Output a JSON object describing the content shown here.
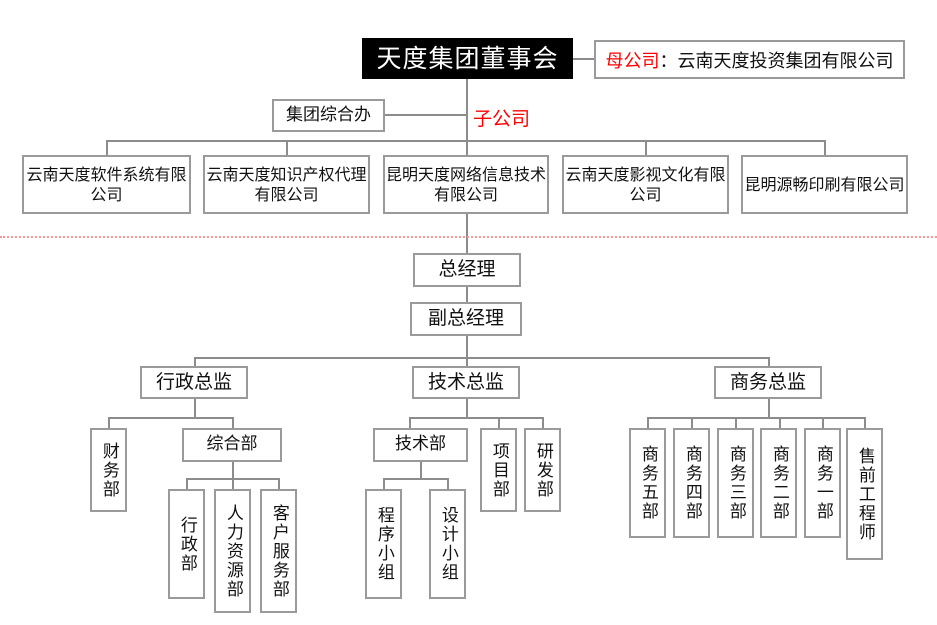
{
  "chart": {
    "title": "天度集团董事会",
    "divider_color": "#f59a9a",
    "accent_red": "#ff0000",
    "box_border": "#9a9a9a"
  },
  "top": {
    "board": "天度集团董事会",
    "parent_label": "母公司",
    "parent_sep": "：",
    "parent_name": "云南天度投资集团有限公司",
    "group_office": "集团综合办",
    "subsidiary_tag": "子公司"
  },
  "subsidiaries": [
    {
      "name": "云南天度软件系统有限公司"
    },
    {
      "name": "云南天度知识产权代理有限公司"
    },
    {
      "name": "昆明天度网络信息技术有限公司"
    },
    {
      "name": "云南天度影视文化有限公司"
    },
    {
      "name": "昆明源畅印刷有限公司"
    }
  ],
  "management": {
    "general_manager": "总经理",
    "deputy_general_manager": "副总经理"
  },
  "directors": [
    {
      "name": "行政总监"
    },
    {
      "name": "技术总监"
    },
    {
      "name": "商务总监"
    }
  ],
  "admin_branch": {
    "finance": "财务部",
    "general_dept": "综合部",
    "sub": [
      {
        "name": "行政部"
      },
      {
        "name": "人力资源部"
      },
      {
        "name": "客户服务部"
      }
    ]
  },
  "tech_branch": {
    "tech_dept": "技术部",
    "project_dept": "项目部",
    "rd_dept": "研发部",
    "sub": [
      {
        "name": "程序小组"
      },
      {
        "name": "设计小组"
      }
    ]
  },
  "business_branch": {
    "units": [
      {
        "name": "商务五部"
      },
      {
        "name": "商务四部"
      },
      {
        "name": "商务三部"
      },
      {
        "name": "商务二部"
      },
      {
        "name": "商务一部"
      },
      {
        "name": "售前工程师"
      }
    ]
  }
}
